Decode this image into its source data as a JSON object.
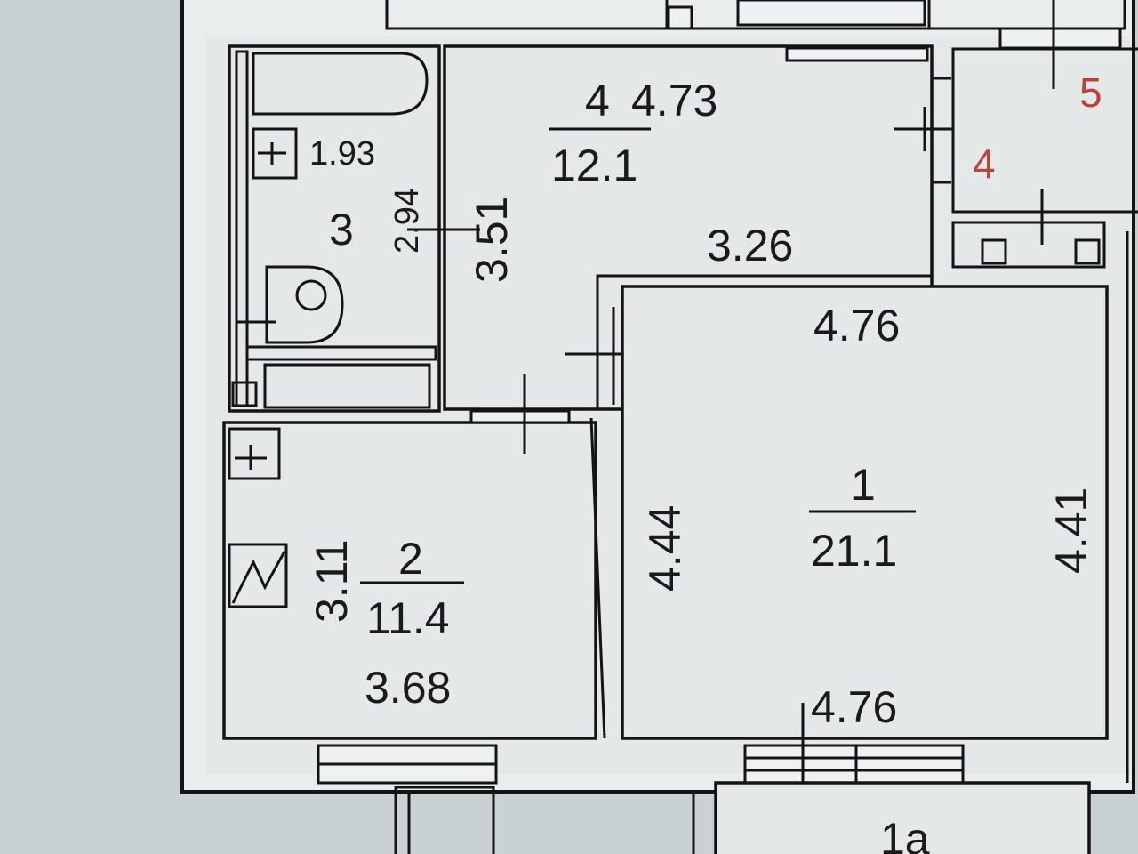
{
  "rooms": {
    "r1": {
      "number": "1",
      "area": "21.1",
      "dim_top": "4.76",
      "dim_bottom": "4.76",
      "dim_left": "4.44",
      "dim_right": "4.41"
    },
    "r1a": {
      "number": "1a"
    },
    "r2": {
      "number": "2",
      "area": "11.4",
      "dim_bottom": "3.68",
      "dim_left": "3.11"
    },
    "r3": {
      "number": "3",
      "dim_top": "1.93",
      "dim_side": "2.94"
    },
    "r4": {
      "number": "4",
      "area": "12.1",
      "dim_top": "4.73",
      "dim_bottom": "3.26",
      "dim_left": "3.51"
    }
  },
  "neighbor_labels": {
    "n4": "4",
    "n5": "5"
  },
  "colors": {
    "paper": "#e4e8e8",
    "ink": "#141414",
    "neighbor_label": "#b8453c",
    "background": "#c9d1d3"
  }
}
